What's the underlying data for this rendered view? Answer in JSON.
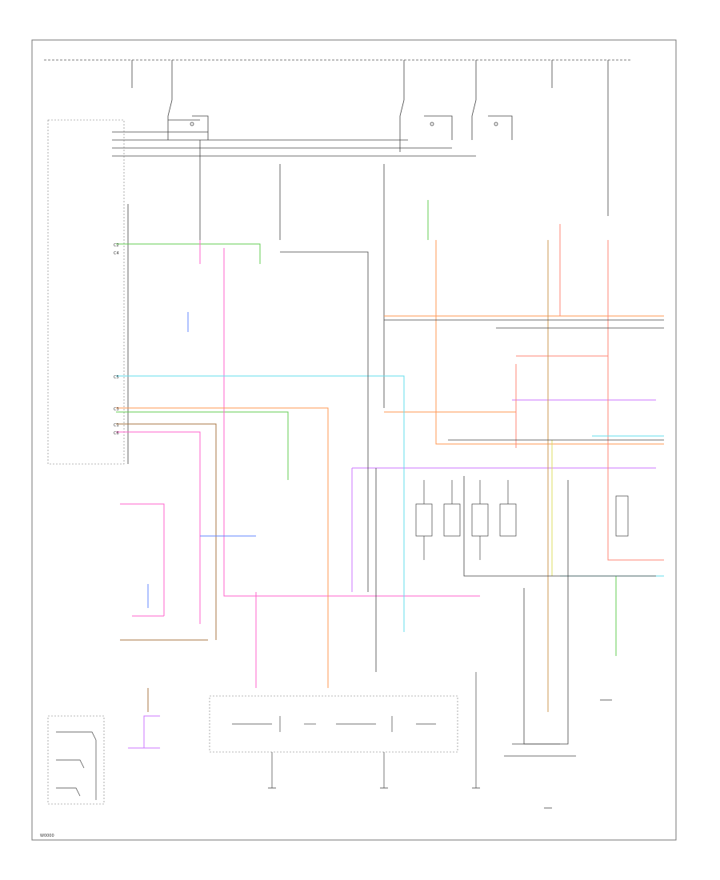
{
  "diagram": {
    "corner_code": "W0000",
    "connector_labels": [
      "C2",
      "C5",
      "C3",
      "C1",
      "C6",
      "C4"
    ],
    "colors": {
      "border": "#777777",
      "wire_dark": "#444444",
      "green": "#66cc55",
      "pink": "#ff66cc",
      "violet": "#cc77ff",
      "orange": "#ff9955",
      "salmon": "#ff8877",
      "cyan": "#66ddee",
      "tan": "#cc9955",
      "brown": "#aa7744",
      "blue": "#6688ff",
      "yellow": "#dddd66",
      "light_green": "#99ee88",
      "light_pink": "#ff88cc"
    }
  }
}
